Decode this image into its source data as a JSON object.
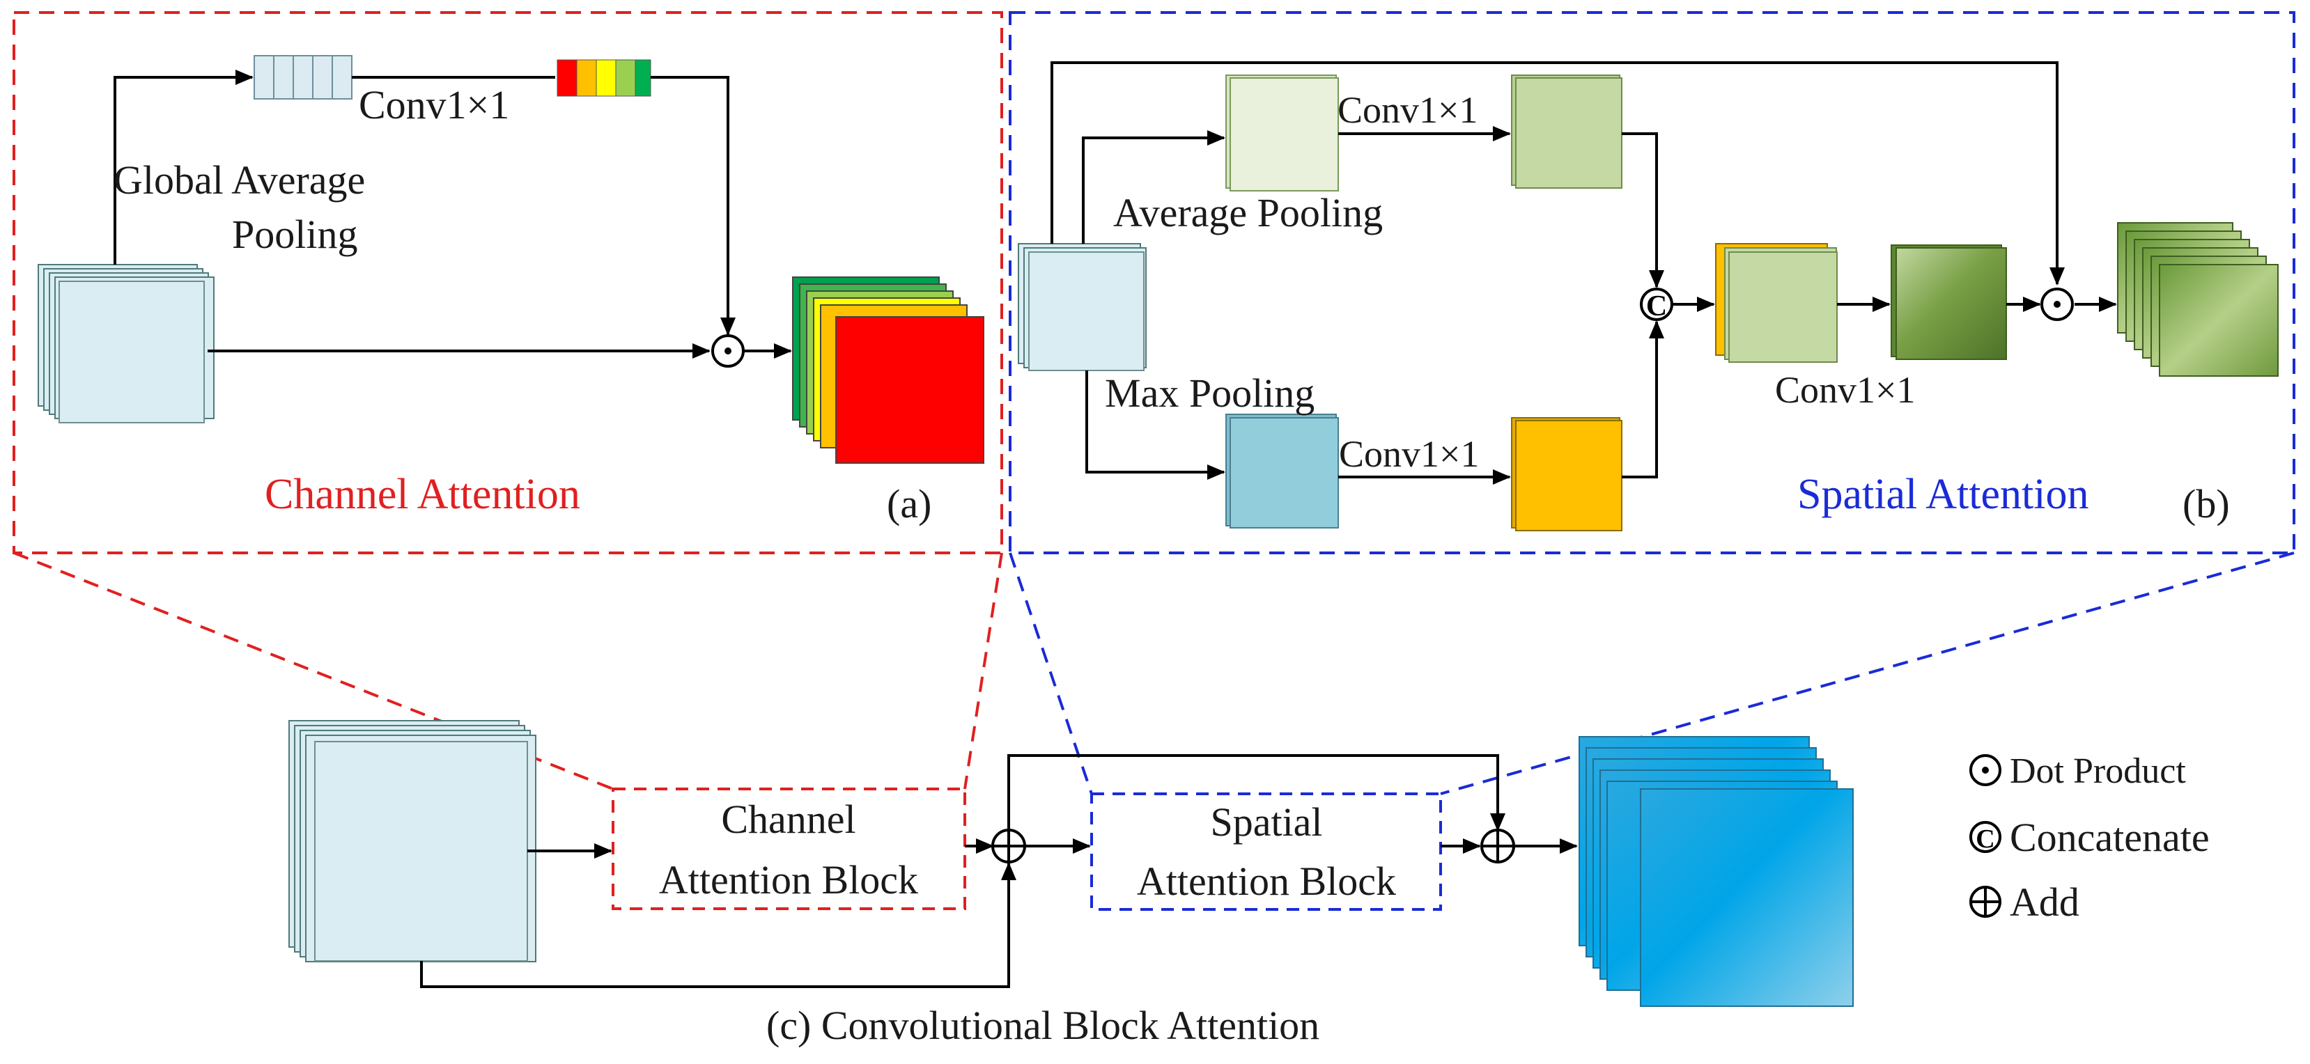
{
  "panel_a": {
    "title": "Channel Attention",
    "tag": "(a)",
    "gap_label_line1": "Global Average",
    "gap_label_line2": "Pooling",
    "conv_label": "Conv1×1"
  },
  "panel_b": {
    "title": "Spatial Attention",
    "tag": "(b)",
    "avg_pool_label": "Average Pooling",
    "max_pool_label": "Max Pooling",
    "conv_top_label": "Conv1×1",
    "conv_bottom_label": "Conv1×1",
    "conv_merge_label": "Conv1×1"
  },
  "panel_c": {
    "caption": "(c) Convolutional Block Attention",
    "channel_block_line1": "Channel",
    "channel_block_line2": "Attention Block",
    "spatial_block_line1": "Spatial",
    "spatial_block_line2": "Attention Block"
  },
  "legend": {
    "items": [
      {
        "symbol": "⊙",
        "label": "Dot Product"
      },
      {
        "symbol": "©",
        "label": "Concatenate"
      },
      {
        "symbol": "⊕",
        "label": "Add"
      }
    ]
  },
  "colors": {
    "red_dash": "#e02020",
    "blue_dash": "#1a2bd6",
    "feature_light": "#daedf2",
    "green_light": "#e9f0dc",
    "green_mid": "#c5d9a4",
    "green_dark": "#6a8c3a",
    "blue_pool": "#92cddc",
    "orange": "#ffc000",
    "red_out": "#ff0000",
    "cyan_out": "#00a8e6"
  }
}
